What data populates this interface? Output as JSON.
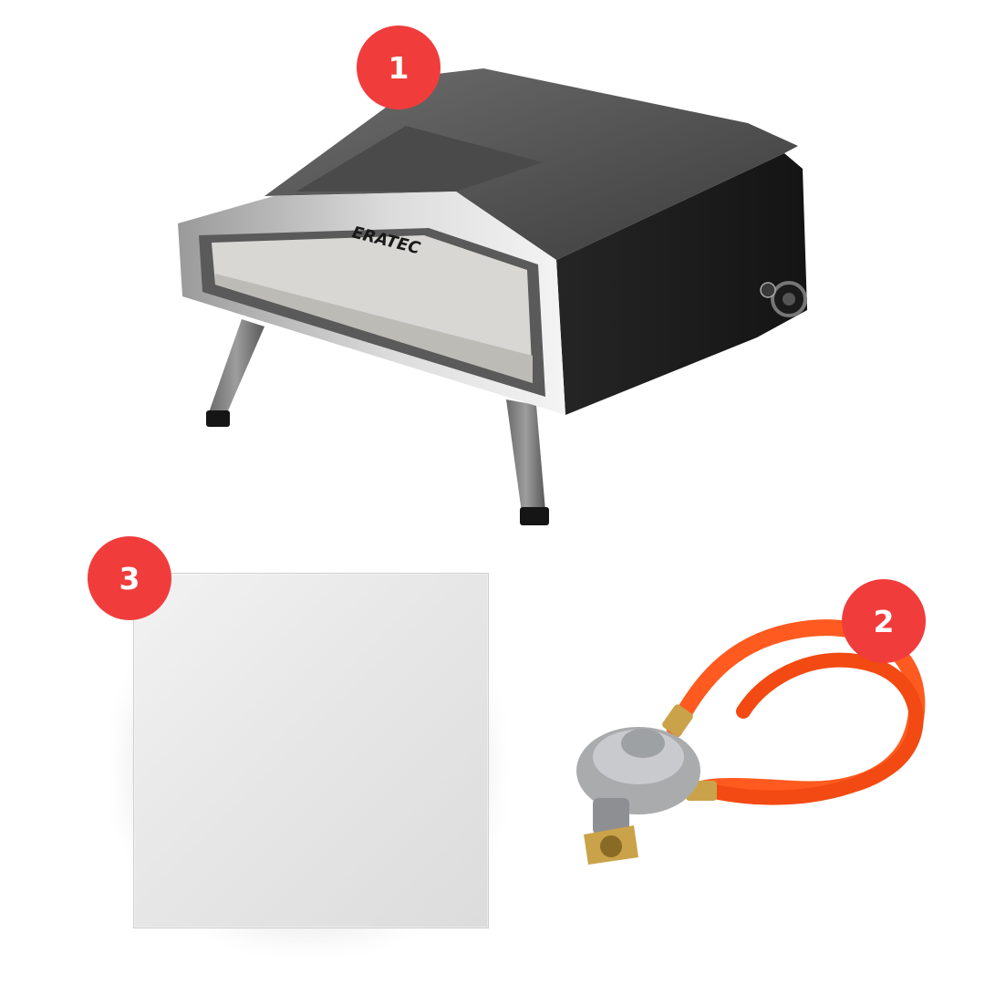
{
  "badges": {
    "oven": "1",
    "hose": "2",
    "stone": "3"
  },
  "oven": {
    "brand_logo": "ERATEC"
  },
  "colors": {
    "badge": "#f13c3c",
    "oven_body": "#2b2b2b",
    "hose": "#ff5a1f"
  }
}
